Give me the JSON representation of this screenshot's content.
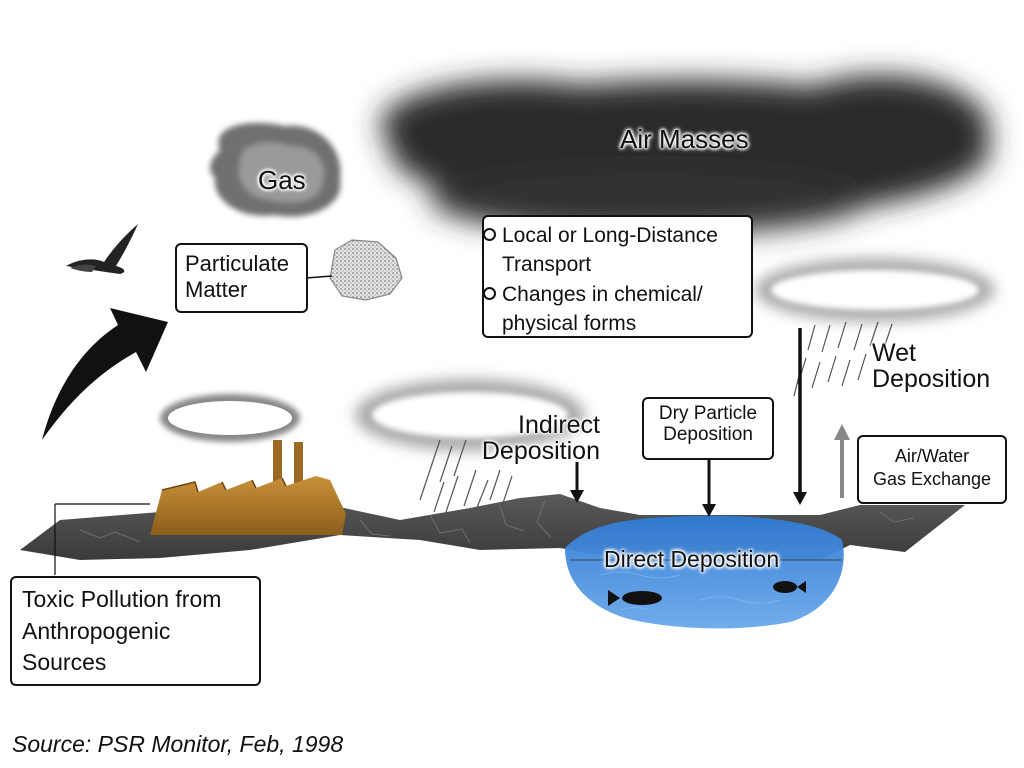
{
  "labels": {
    "air_masses": "Air Masses",
    "gas": "Gas",
    "particulate_matter": [
      "Particulate",
      "Matter"
    ],
    "transport_line1": "Local or Long-Distance",
    "transport_line2": "Transport",
    "changes_line1": "Changes in chemical/",
    "changes_line2": "physical forms",
    "wet_deposition": [
      "Wet",
      "Deposition"
    ],
    "indirect_deposition": [
      "Indirect",
      "Deposition"
    ],
    "dry_particle_deposition": [
      "Dry Particle",
      "Deposition"
    ],
    "air_water_exchange": [
      "Air/Water",
      "Gas Exchange"
    ],
    "direct_deposition": "Direct Deposition",
    "toxic_pollution": [
      "Toxic Pollution from",
      "Anthropogenic",
      "Sources"
    ]
  },
  "source": "Source: PSR Monitor, Feb, 1998",
  "colors": {
    "air_mass_cloud": "#2a2a2a",
    "gas_cloud": "#6f6f6f",
    "ground": "#4a4a4a",
    "water": "#3f86d6",
    "factory": "#b07a28",
    "up_arrow": "#888888"
  }
}
